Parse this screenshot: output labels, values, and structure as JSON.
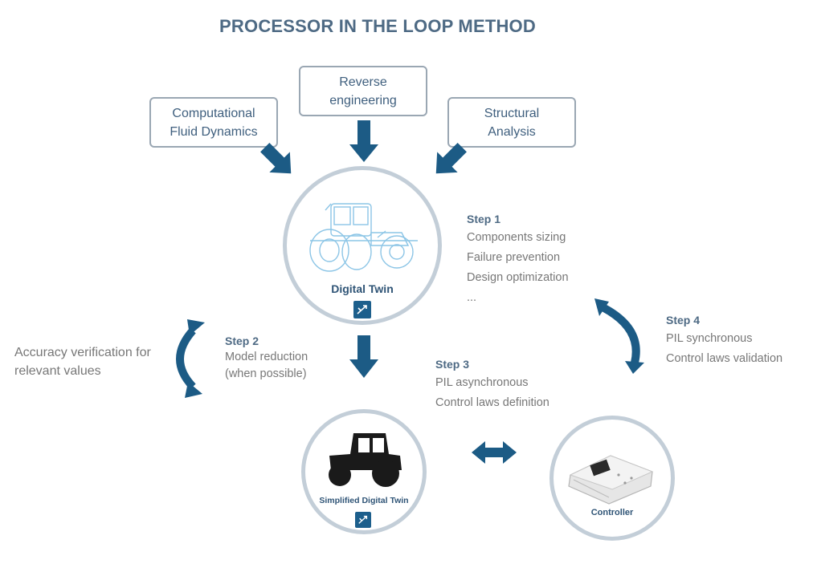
{
  "title": "PROCESSOR IN THE LOOP METHOD",
  "inputs": {
    "cfd": "Computational\nFluid Dynamics",
    "reverse": "Reverse\nengineering",
    "structural": "Structural\nAnalysis"
  },
  "nodes": {
    "digital_twin": "Digital Twin",
    "simplified_twin": "Simplified Digital Twin",
    "controller": "Controller"
  },
  "steps": {
    "step1": {
      "title": "Step 1",
      "lines": [
        "Components sizing",
        "Failure prevention",
        "Design optimization",
        "..."
      ]
    },
    "step2": {
      "title": "Step 2",
      "lines": [
        "Model reduction",
        "(when possible)"
      ]
    },
    "step3": {
      "title": "Step 3",
      "lines": [
        "PIL asynchronous",
        "Control laws definition"
      ]
    },
    "step4": {
      "title": "Step 4",
      "lines": [
        "PIL synchronous",
        "Control laws validation"
      ]
    }
  },
  "accuracy_note": "Accuracy verification for\nrelevant values",
  "colors": {
    "arrow": "#1c5b85",
    "title": "#4e6a84",
    "box_border": "#9aa7b3",
    "circle_border": "#c3ced8",
    "wireframe": "#8cc5e6"
  },
  "icons": [
    "tractor-wireframe-icon",
    "tractor-silhouette-icon",
    "controller-device-icon",
    "model-badge-icon",
    "double-arrow-icon",
    "curved-arrow-icon"
  ]
}
